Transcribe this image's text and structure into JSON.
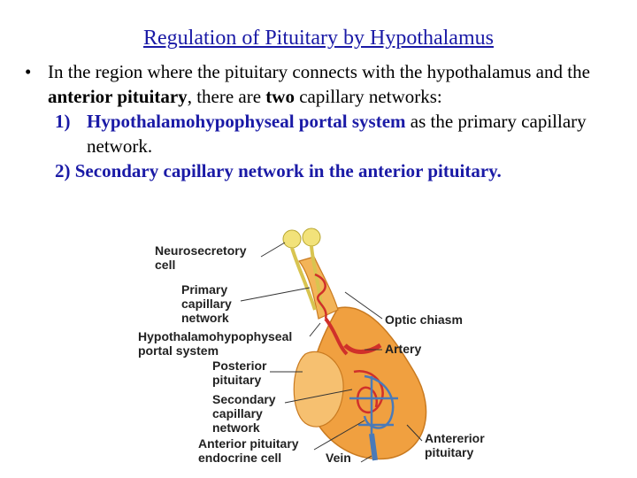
{
  "title": "Regulation of Pituitary by Hypothalamus",
  "bullet": {
    "mark": "•",
    "part1": "In the region where the pituitary connects with the hypothalamus and the ",
    "bold1": "anterior pituitary",
    "part2": ", there are ",
    "bold2": "two",
    "part3": " capillary networks:"
  },
  "sub1": {
    "num": "1)",
    "bold": "Hypothalamohypophyseal portal system",
    "rest": " as the primary capillary network."
  },
  "sub2": {
    "text": "2) Secondary capillary network in the anterior pituitary."
  },
  "diagram_labels": {
    "neurosecretory_1": "Neurosecretory",
    "neurosecretory_2": "cell",
    "primary_1": "Primary",
    "primary_2": "capillary",
    "primary_3": "network",
    "portal_1": "Hypothalamohypophyseal",
    "portal_2": "portal system",
    "posterior_1": "Posterior",
    "posterior_2": "pituitary",
    "secondary_1": "Secondary",
    "secondary_2": "capillary",
    "secondary_3": "network",
    "anterior_cell_1": "Anterior pituitary",
    "anterior_cell_2": "endocrine cell",
    "vein": "Vein",
    "optic": "Optic chiasm",
    "artery": "Artery",
    "anterior_1": "Antererior",
    "anterior_2": "pituitary"
  },
  "colors": {
    "title": "#1a1aa6",
    "gland": "#f0a040",
    "capillary_red": "#d0302a",
    "capillary_blue": "#4a7ab8",
    "neuron": "#f2e27a"
  }
}
